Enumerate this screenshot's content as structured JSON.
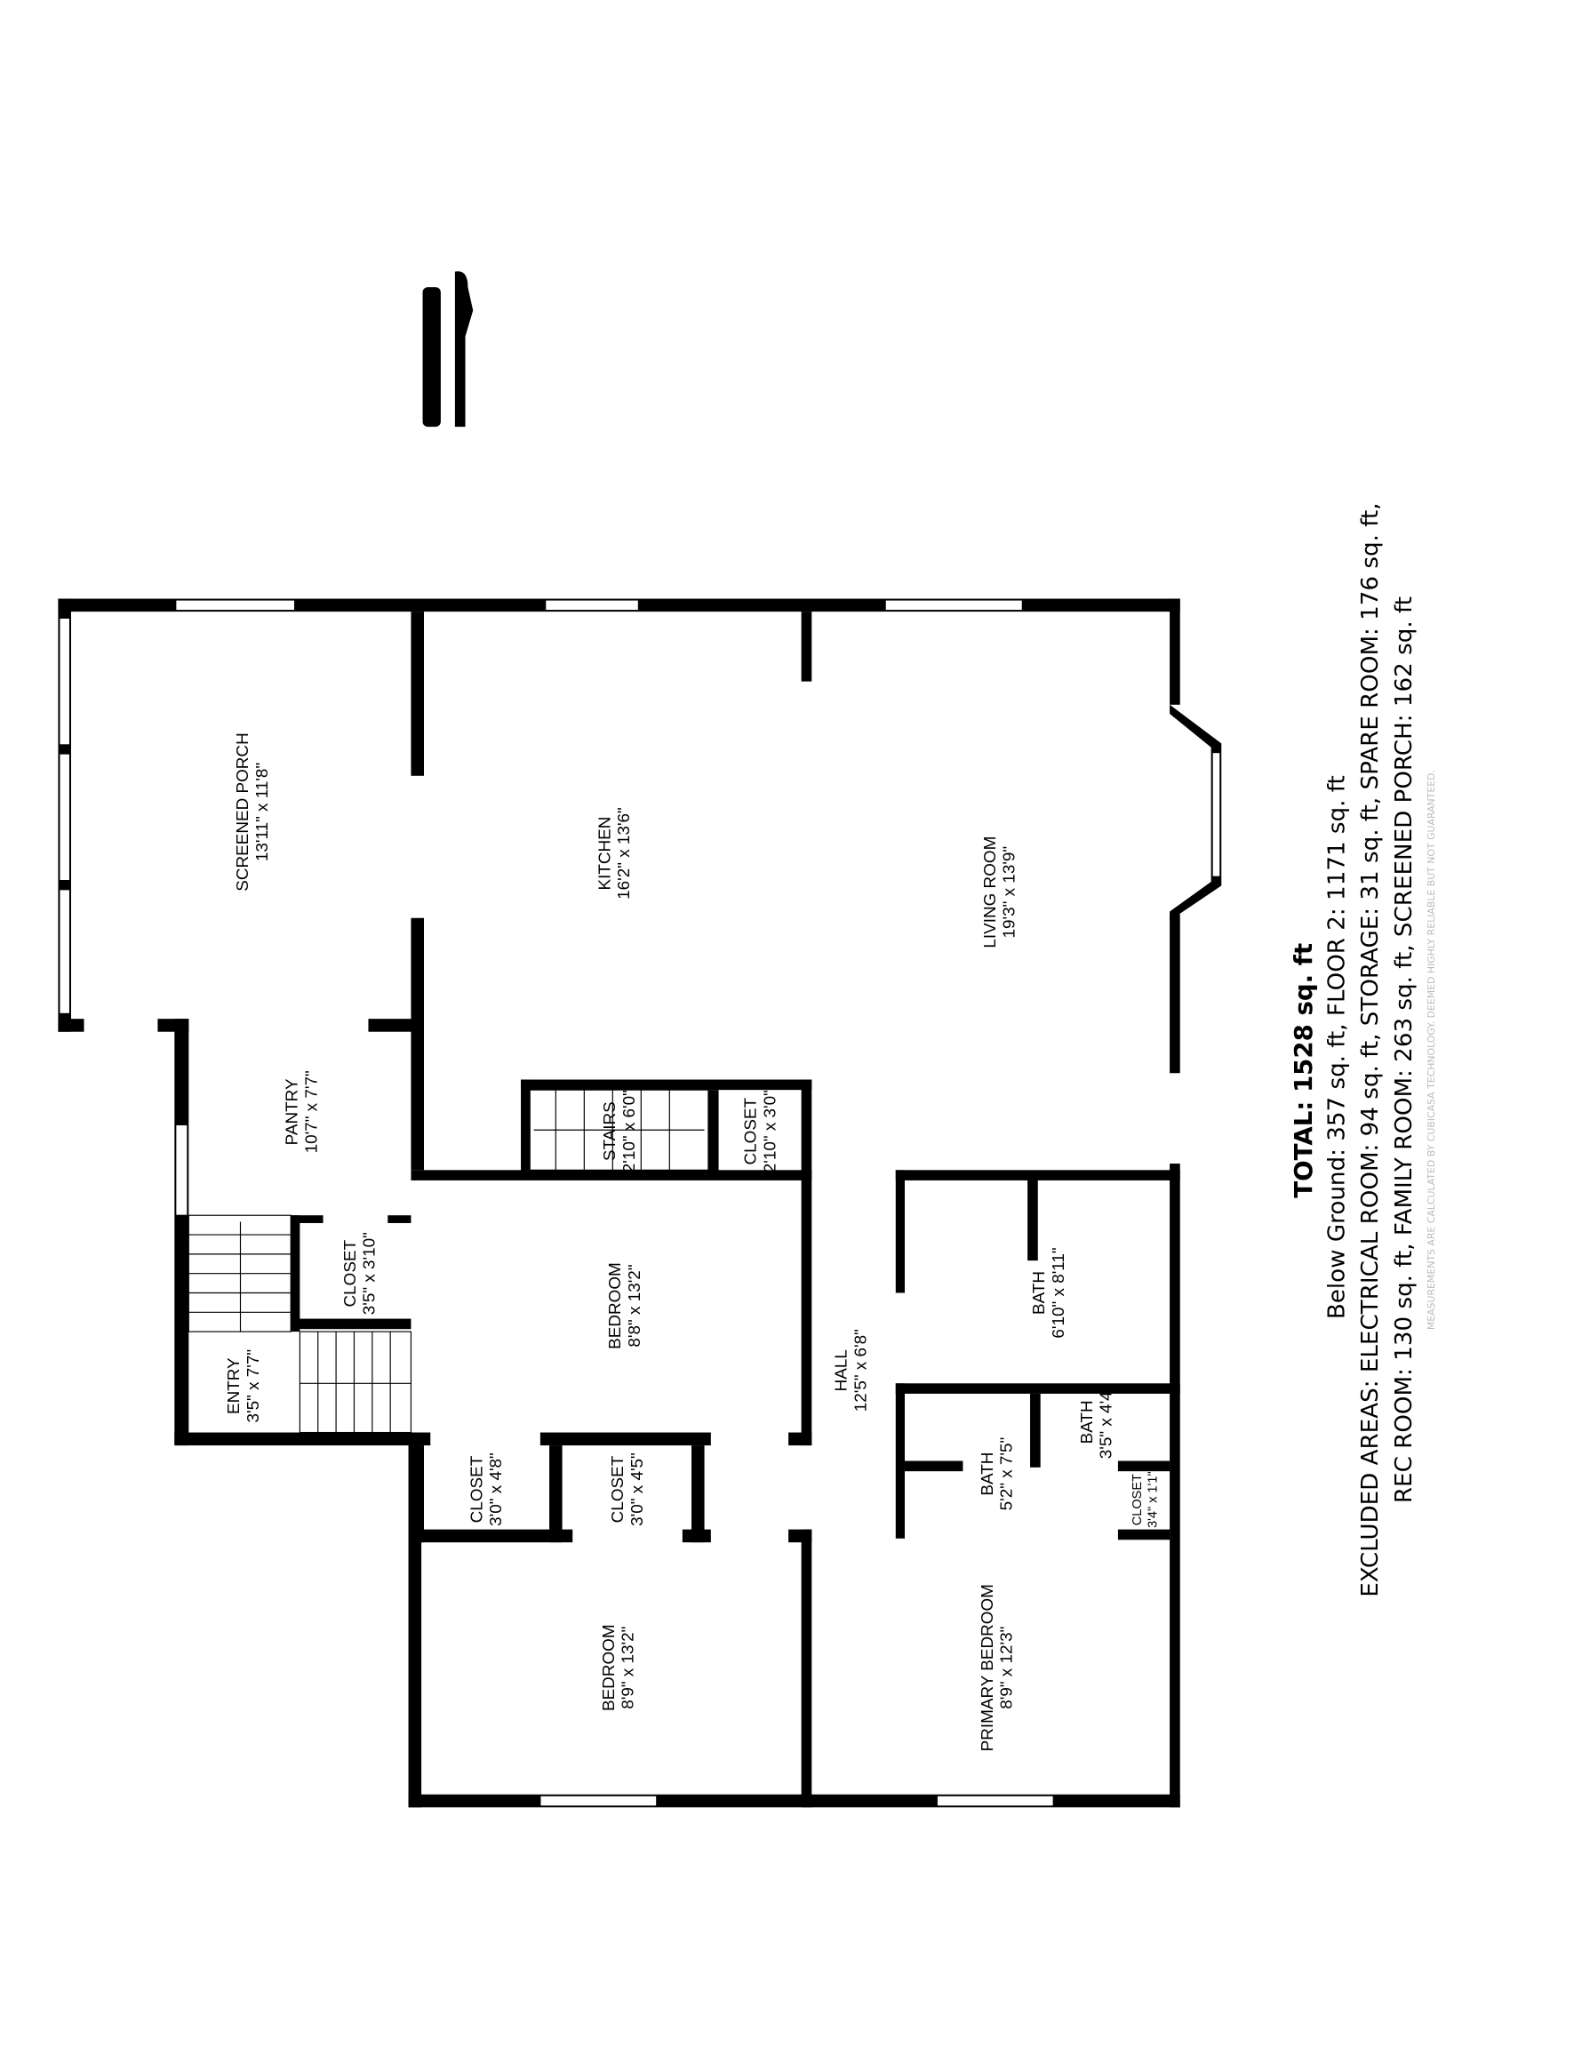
{
  "rooms": [
    {
      "name": "SCREENED PORCH",
      "dims": "13'11\" x 11'8\""
    },
    {
      "name": "KITCHEN",
      "dims": "16'2\" x 13'6\""
    },
    {
      "name": "LIVING ROOM",
      "dims": "19'3\" x 13'9\""
    },
    {
      "name": "PANTRY",
      "dims": "10'7\" x 7'7\""
    },
    {
      "name": "STAIRS",
      "dims": "2'10\" x 6'0\""
    },
    {
      "name": "CLOSET",
      "dims": "2'10\" x 3'0\""
    },
    {
      "name": "CLOSET",
      "dims": "3'5\" x 3'10\""
    },
    {
      "name": "BEDROOM",
      "dims": "8'8\" x 13'2\""
    },
    {
      "name": "BATH",
      "dims": "6'10\" x 8'11\""
    },
    {
      "name": "ENTRY",
      "dims": "3'5\" x 7'7\""
    },
    {
      "name": "HALL",
      "dims": "12'5\" x 6'8\""
    },
    {
      "name": "CLOSET",
      "dims": "3'0\" x 4'8\""
    },
    {
      "name": "CLOSET",
      "dims": "3'0\" x 4'5\""
    },
    {
      "name": "BATH",
      "dims": "5'2\" x 7'5\""
    },
    {
      "name": "BATH",
      "dims": "3'5\" x 4'4\""
    },
    {
      "name": "CLOSET",
      "dims": "3'4\" x 1'1\""
    },
    {
      "name": "BEDROOM",
      "dims": "8'9\" x 13'2\""
    },
    {
      "name": "PRIMARY BEDROOM",
      "dims": "8'9\" x 12'3\""
    }
  ],
  "summary": {
    "total": "TOTAL: 1528 sq. ft",
    "line1": "Below Ground: 357 sq. ft, FLOOR 2: 1171 sq. ft",
    "line2": "EXCLUDED AREAS: ELECTRICAL ROOM: 94 sq. ft, STORAGE: 31 sq. ft, SPARE ROOM: 176 sq. ft,",
    "line3": "REC ROOM: 130 sq. ft, FAMILY ROOM: 263 sq. ft, SCREENED PORCH: 162 sq. ft",
    "disclaimer": "MEASUREMENTS ARE CALCULATED BY CUBICASA TECHNOLOGY. DEEMED HIGHLY RELIABLE BUT NOT GUARANTEED."
  },
  "colors": {
    "wall": "#000000",
    "background": "#ffffff",
    "disclaimer": "#bbbbbb"
  }
}
